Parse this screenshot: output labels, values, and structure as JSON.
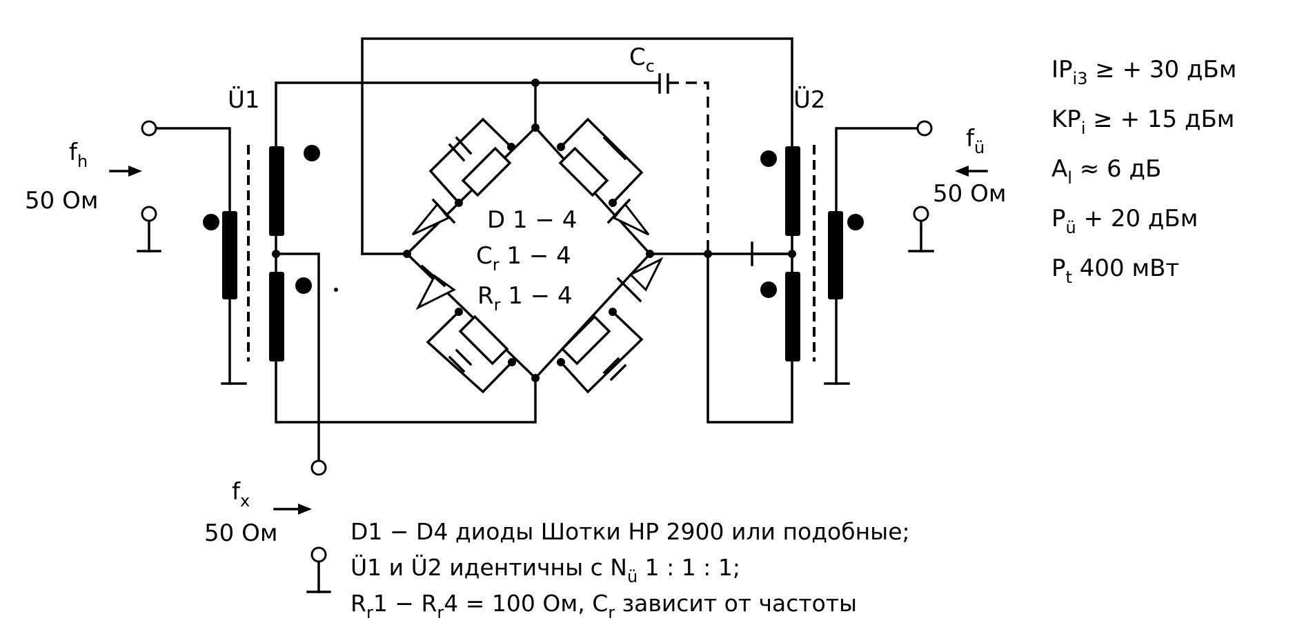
{
  "labels": {
    "u1": "Ü1",
    "u2": "Ü2",
    "cc": "C",
    "cc_sub": "c",
    "fh": "f",
    "fh_sub": "h",
    "fh_ohm": "50 Ом",
    "fu": "f",
    "fu_sub": "ü",
    "fu_ohm": "50 Ом",
    "fx": "f",
    "fx_sub": "x",
    "fx_ohm": "50 Ом",
    "d14": "D 1 − 4",
    "cr14": "C",
    "cr14_sub": "r",
    "cr14_rest": " 1 − 4",
    "rr14": "R",
    "rr14_sub": "r",
    "rr14_rest": " 1 − 4"
  },
  "specs": [
    {
      "main": "IP",
      "sub": "i3",
      "rest": " ≥ + 30 дБм"
    },
    {
      "main": "KP",
      "sub": "i",
      "rest": " ≥ + 15 дБм"
    },
    {
      "main": "A",
      "sub": "l",
      "rest": " ≈ 6 дБ"
    },
    {
      "main": "P",
      "sub": "ü",
      "rest": " + 20 дБм"
    },
    {
      "main": "P",
      "sub": "t",
      "rest": "  400 мВт"
    }
  ],
  "notes": {
    "line1": "D1 − D4 диоды Шотки HP 2900 или подобные;",
    "line2_a": "Ü1 и Ü2 идентичны с N",
    "line2_sub": "ü",
    "line2_b": "  1 : 1 : 1;",
    "line3_a": "R",
    "line3_sub1": "r",
    "line3_b": "1 − R",
    "line3_sub2": "r",
    "line3_c": "4 = 100 Ом,  C",
    "line3_sub3": "r",
    "line3_d": " зависит от частоты"
  }
}
